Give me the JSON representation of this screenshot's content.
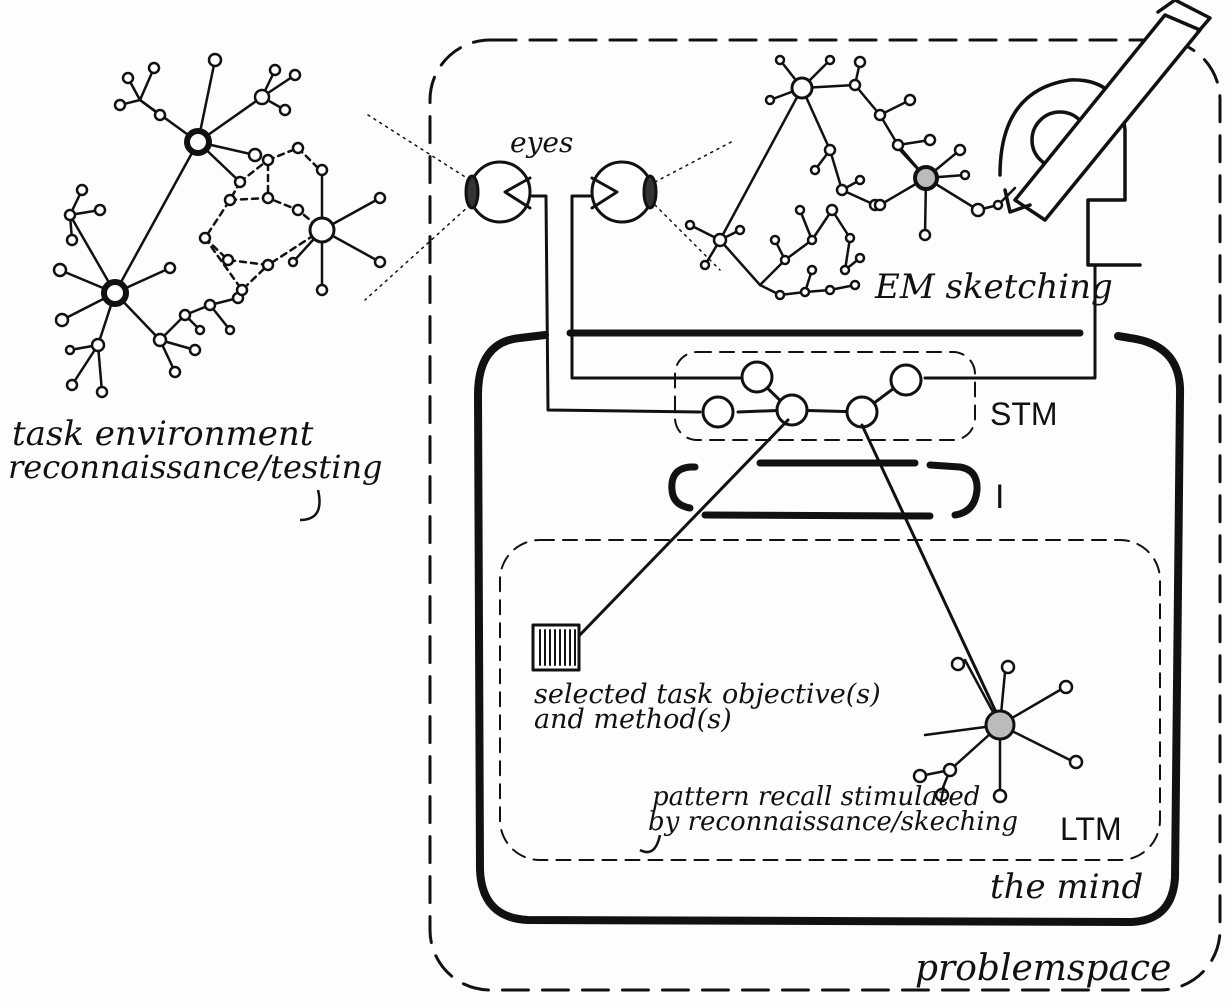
{
  "labels": {
    "eyes": "eyes",
    "em_sketching": "EM sketching",
    "stm": "STM",
    "interface": "I",
    "ltm": "LTM",
    "the_mind": "the mind",
    "problemspace": "problemspace",
    "task_env_line1": "task environment",
    "task_env_line2": "reconnaissance/testing",
    "selected_line1": "selected task objective(s)",
    "selected_line2": "and method(s)",
    "pattern_line1": "pattern recall stimulated",
    "pattern_line2": "by reconnaissance/skeching"
  }
}
